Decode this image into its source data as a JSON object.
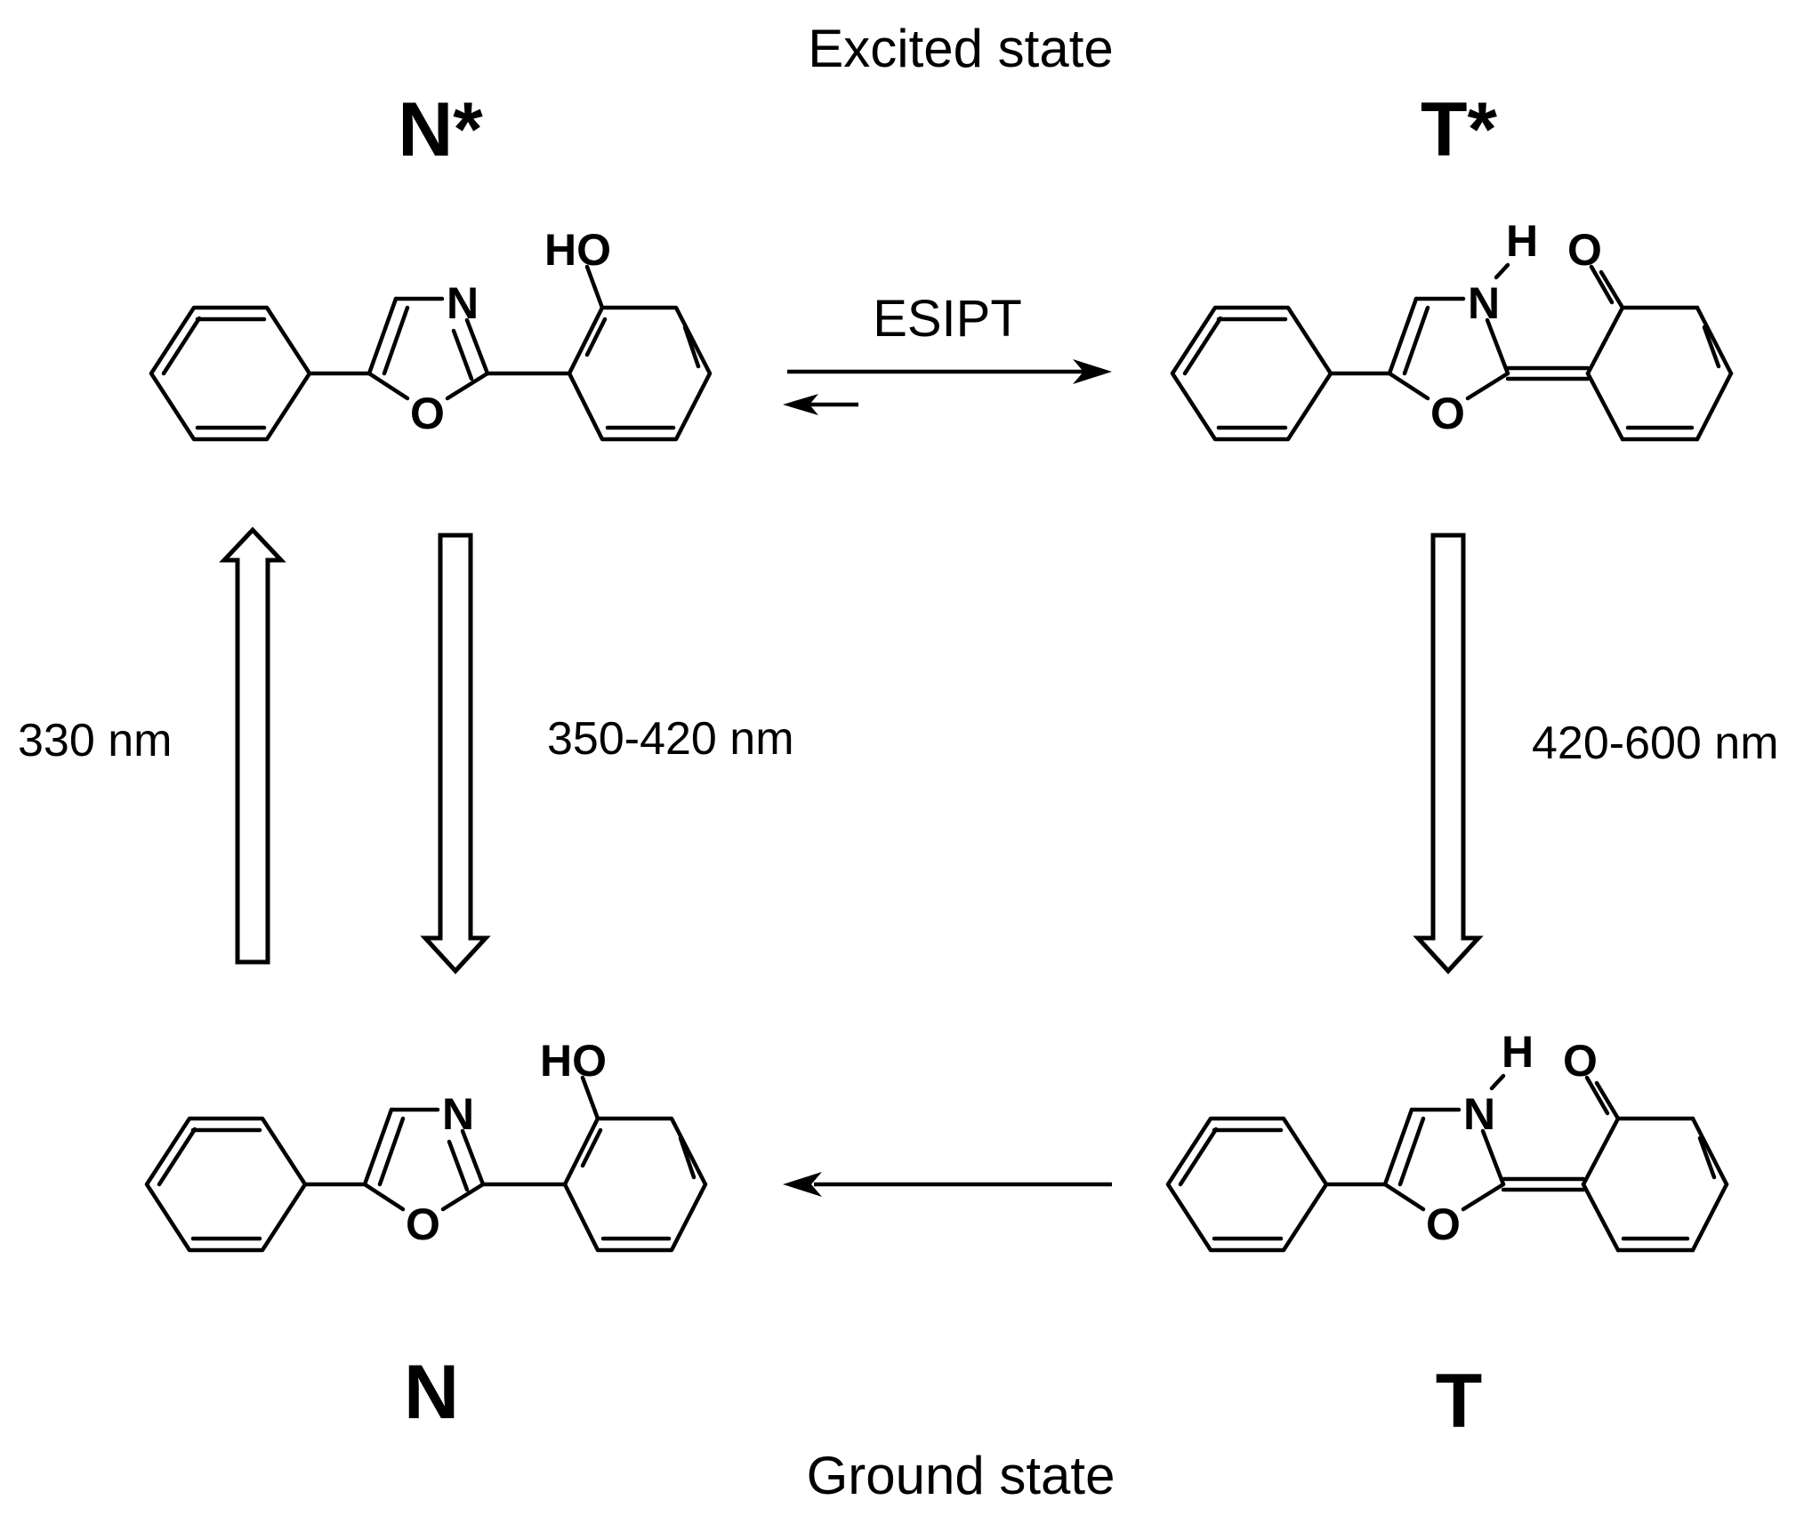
{
  "labels": {
    "excited_state": "Excited state",
    "ground_state": "Ground state",
    "n_star": "N*",
    "t_star": "T*",
    "n": "N",
    "t": "T",
    "esipt": "ESIPT",
    "absorption_nm": "330 nm",
    "normal_emission_nm": "350-420 nm",
    "tautomer_emission_nm": "420-600 nm"
  },
  "atoms": {
    "hydroxyl": "HO",
    "nitrogen": "N",
    "oxygen": "O",
    "hydrogen": "H",
    "carbonyl_oxygen": "O"
  },
  "colors": {
    "ink": "#000000",
    "background": "#ffffff"
  }
}
